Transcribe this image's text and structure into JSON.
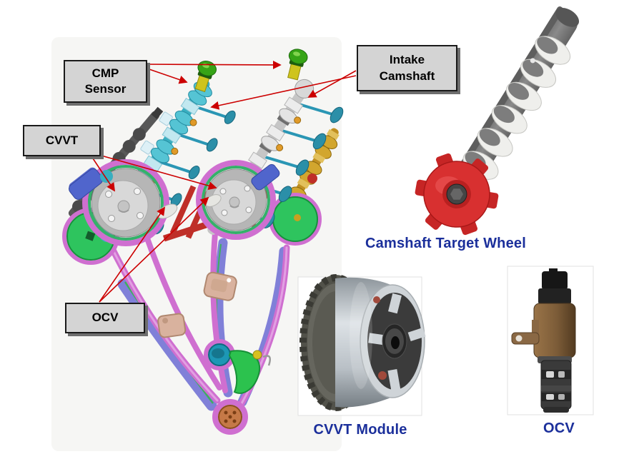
{
  "colors": {
    "arrow_red": "#cc0000",
    "caption_blue": "#1b2f9b",
    "callout_bg": "#d4d4d4",
    "callout_border": "#1a1a1a",
    "target_wheel_red": "#d83030",
    "chain_magenta": "#cf6fd0",
    "sprocket_green": "#2ec45e"
  },
  "callouts": {
    "cmp_sensor": {
      "line1": "CMP",
      "line2": "Sensor"
    },
    "intake_camshaft": {
      "line1": "Intake",
      "line2": "Camshaft"
    },
    "cvvt": {
      "label": "CVVT"
    },
    "ocv": {
      "label": "OCV"
    }
  },
  "captions": {
    "camshaft_target_wheel": "Camshaft Target Wheel",
    "cvvt_module": "CVVT Module",
    "ocv": "OCV"
  }
}
